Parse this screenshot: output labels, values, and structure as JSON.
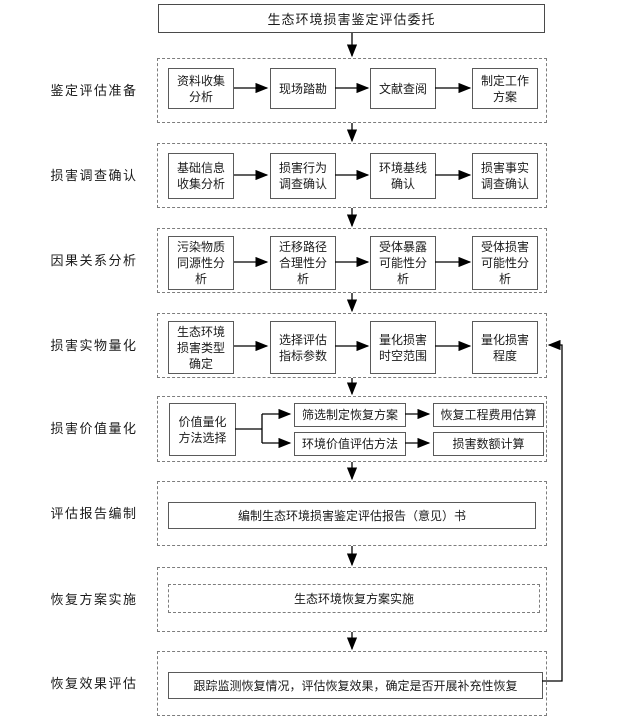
{
  "diagram": {
    "title": "生态环境损害鉴定评估委托",
    "stages": [
      {
        "label": "鉴定评估准备",
        "boxes": [
          "资料收集分析",
          "现场踏勘",
          "文献查阅",
          "制定工作方案"
        ]
      },
      {
        "label": "损害调查确认",
        "boxes": [
          "基础信息收集分析",
          "损害行为调查确认",
          "环境基线确认",
          "损害事实调查确认"
        ]
      },
      {
        "label": "因果关系分析",
        "boxes": [
          "污染物质同源性分析",
          "迁移路径合理性分析",
          "受体暴露可能性分析",
          "受体损害可能性分析"
        ]
      },
      {
        "label": "损害实物量化",
        "boxes": [
          "生态环境损害类型确定",
          "选择评估指标参数",
          "量化损害时空范围",
          "量化损害程度"
        ]
      },
      {
        "label": "损害价值量化",
        "source_box": "价值量化方法选择",
        "branches": [
          {
            "steps": [
              "筛选制定恢复方案",
              "恢复工程费用估算"
            ]
          },
          {
            "steps": [
              "环境价值评估方法",
              "损害数额计算"
            ]
          }
        ]
      },
      {
        "label": "评估报告编制",
        "box": "编制生态环境损害鉴定评估报告（意见）书"
      },
      {
        "label": "恢复方案实施",
        "box": "生态环境恢复方案实施"
      },
      {
        "label": "恢复效果评估",
        "box": "跟踪监测恢复情况，评估恢复效果，确定是否开展补充性恢复"
      }
    ],
    "colors": {
      "box_border": "#5a5a5a",
      "dashed_border": "#7d7d7d",
      "arrow": "#000000",
      "text": "#1a1a1a",
      "background": "#ffffff"
    }
  }
}
